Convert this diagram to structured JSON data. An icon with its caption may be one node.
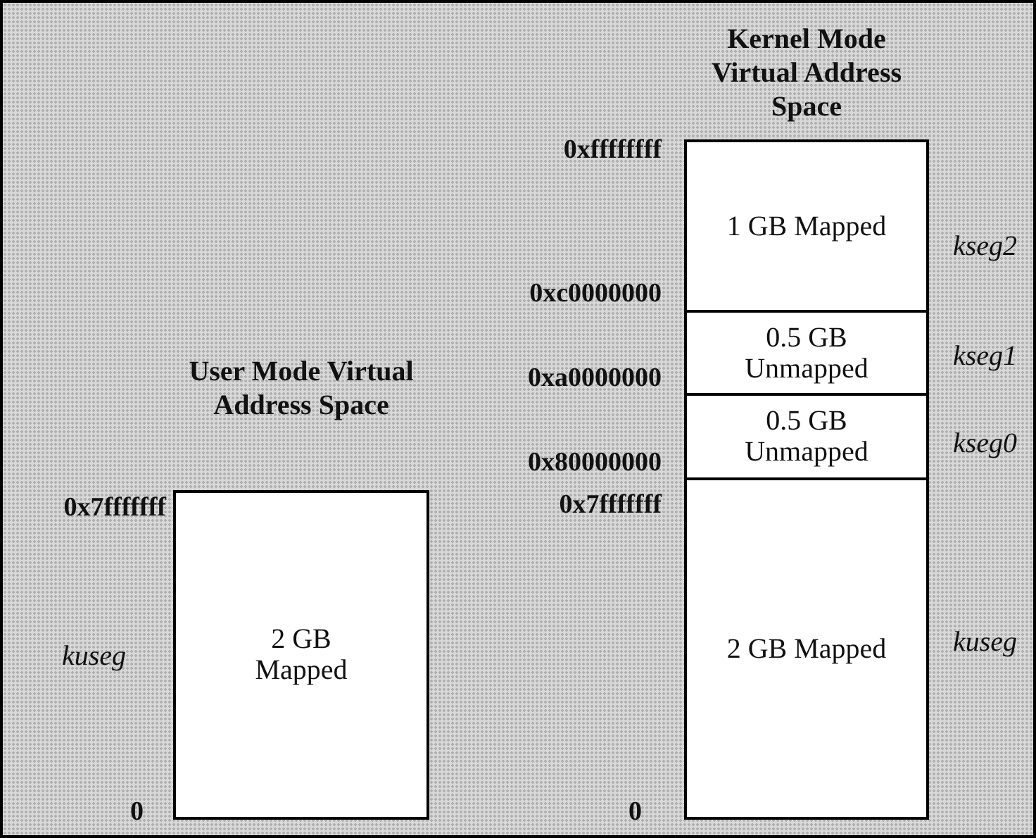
{
  "diagram": {
    "nodes": [
      {
        "text": [
          "Kernel Mode Virtual Address Space"
        ]
      },
      {
        "text": [
          "1 GB Mapped"
        ],
        "in": 0,
        "beside": [
          "kseg2"
        ]
      },
      {
        "text": [
          "0.5 GB Unmapped"
        ],
        "in": 0,
        "beside": [
          "kseg1"
        ]
      },
      {
        "text": [
          "0.5 GB Unmapped"
        ],
        "in": 0,
        "beside": [
          "kseg0"
        ]
      },
      {
        "text": [
          "2 GB Mapped"
        ],
        "in": 0,
        "beside": [
          "kuseg"
        ]
      },
      {
        "text": [
          "User Mode Virtual Address Space",
          "2 GB Mapped"
        ],
        "beside": [
          "kuseg"
        ]
      }
    ],
    "labels": [
      "0xffffffff",
      "0xc0000000",
      "0xa0000000",
      "0x80000000",
      "0x7fffffff",
      "0x7fffffff",
      "0",
      "0"
    ]
  }
}
